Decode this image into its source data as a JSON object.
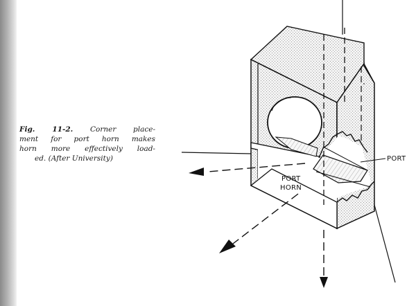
{
  "caption": {
    "figure_number": "Fig. 11-2.",
    "line1_rest": "Corner place-",
    "line2": "ment for port horn makes",
    "line3": "horn more effectively load-",
    "line4": "ed. (After University)"
  },
  "labels": {
    "port": "PORT",
    "port_horn_line1": "PORT",
    "port_horn_line2": "HORN"
  },
  "colors": {
    "ink": "#111111",
    "shade": "#dcdcdc"
  }
}
